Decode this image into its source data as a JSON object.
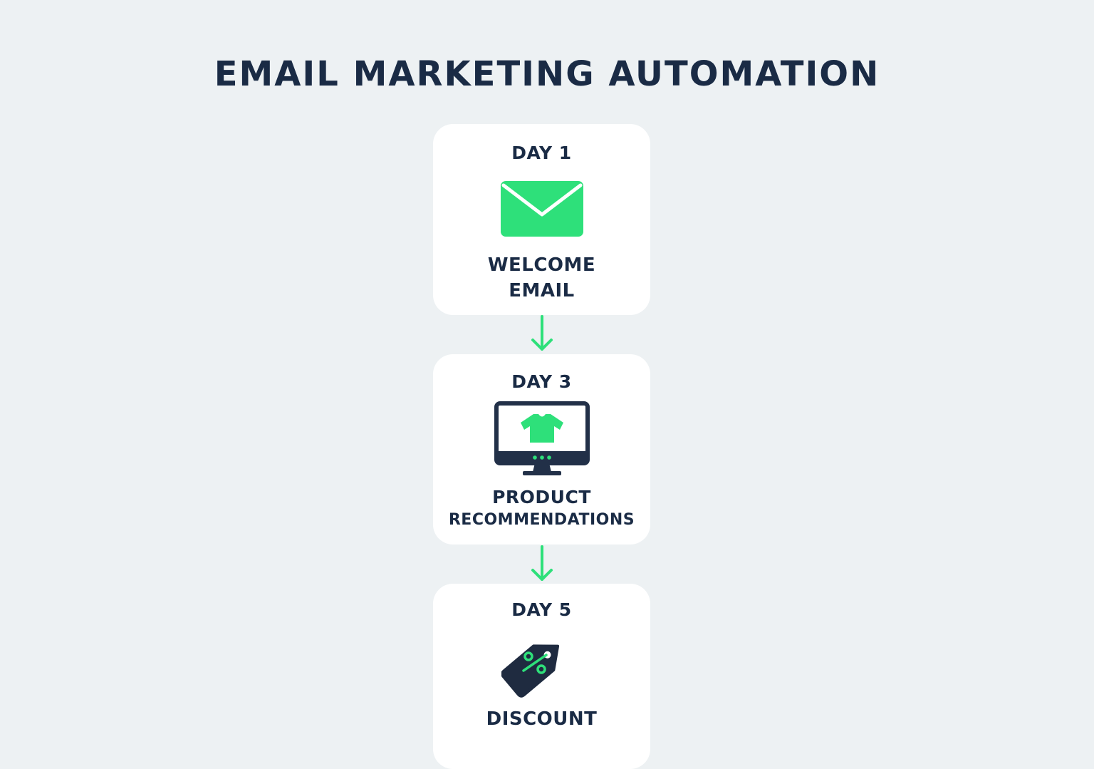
{
  "title": "EMAIL MARKETING AUTOMATION",
  "colors": {
    "background": "#edf1f3",
    "card": "#ffffff",
    "text": "#1a2b45",
    "accent": "#2ee07a"
  },
  "steps": [
    {
      "day": "DAY 1",
      "icon": "envelope-icon",
      "label_lines": [
        "WELCOME",
        "EMAIL"
      ]
    },
    {
      "day": "DAY 3",
      "icon": "monitor-tshirt-icon",
      "label_lines": [
        "PRODUCT",
        "RECOMMENDATIONS"
      ]
    },
    {
      "day": "DAY 5",
      "icon": "discount-tag-icon",
      "label_lines": [
        "DISCOUNT"
      ]
    }
  ],
  "connectors": [
    "down-arrow-icon",
    "down-arrow-icon"
  ]
}
